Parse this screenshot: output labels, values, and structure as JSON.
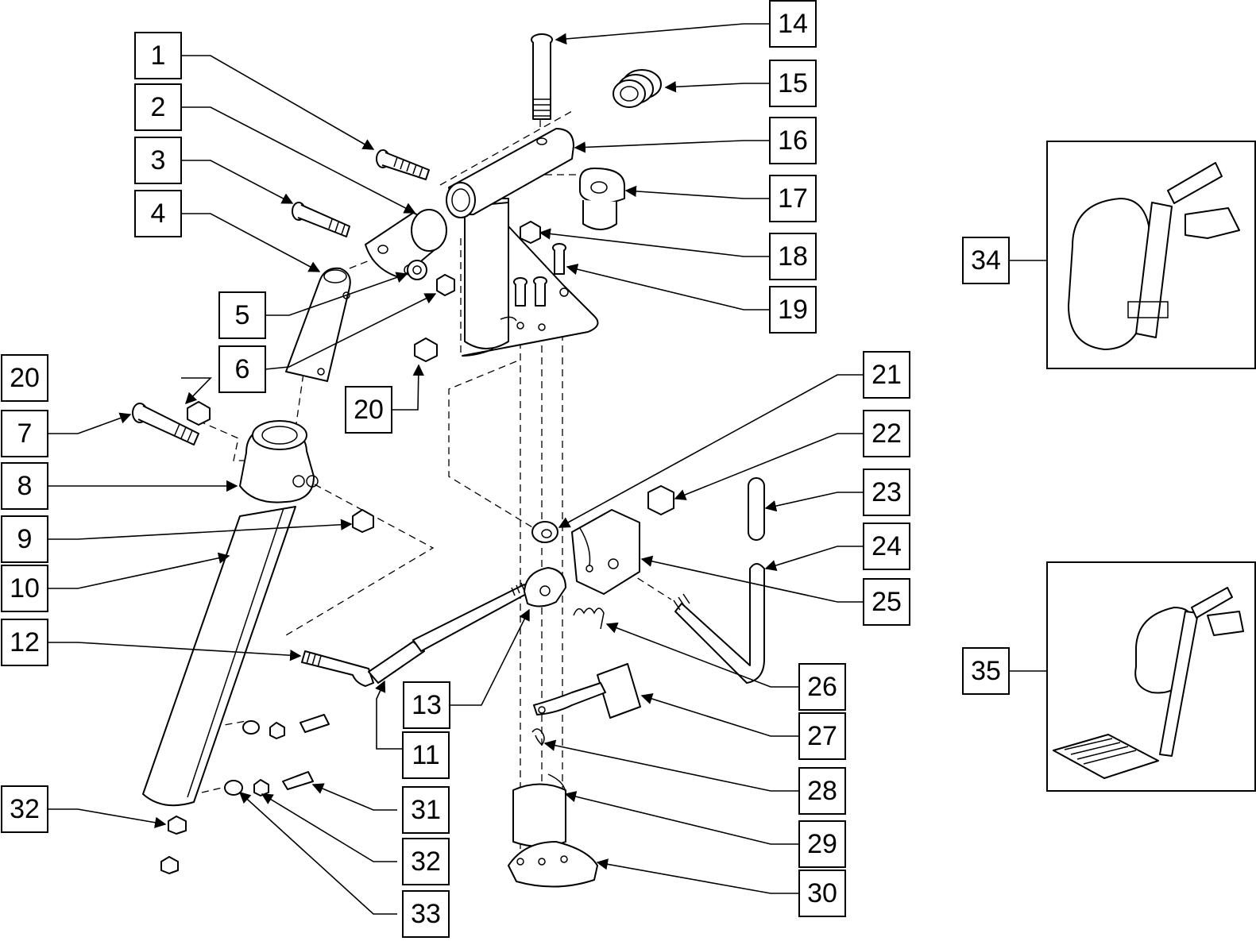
{
  "colors": {
    "line": "#000000",
    "background": "#ffffff"
  },
  "callouts": [
    {
      "id": "c1",
      "label": "1"
    },
    {
      "id": "c2",
      "label": "2"
    },
    {
      "id": "c3",
      "label": "3"
    },
    {
      "id": "c4",
      "label": "4"
    },
    {
      "id": "c5",
      "label": "5"
    },
    {
      "id": "c6",
      "label": "6"
    },
    {
      "id": "c7",
      "label": "7"
    },
    {
      "id": "c8",
      "label": "8"
    },
    {
      "id": "c9",
      "label": "9"
    },
    {
      "id": "c10",
      "label": "10"
    },
    {
      "id": "c11",
      "label": "11"
    },
    {
      "id": "c12",
      "label": "12"
    },
    {
      "id": "c13",
      "label": "13"
    },
    {
      "id": "c14",
      "label": "14"
    },
    {
      "id": "c15",
      "label": "15"
    },
    {
      "id": "c16",
      "label": "16"
    },
    {
      "id": "c17",
      "label": "17"
    },
    {
      "id": "c18",
      "label": "18"
    },
    {
      "id": "c19",
      "label": "19"
    },
    {
      "id": "c20a",
      "label": "20"
    },
    {
      "id": "c20b",
      "label": "20"
    },
    {
      "id": "c21",
      "label": "21"
    },
    {
      "id": "c22",
      "label": "22"
    },
    {
      "id": "c23",
      "label": "23"
    },
    {
      "id": "c24",
      "label": "24"
    },
    {
      "id": "c25",
      "label": "25"
    },
    {
      "id": "c26",
      "label": "26"
    },
    {
      "id": "c27",
      "label": "27"
    },
    {
      "id": "c28",
      "label": "28"
    },
    {
      "id": "c29",
      "label": "29"
    },
    {
      "id": "c30",
      "label": "30"
    },
    {
      "id": "c31",
      "label": "31"
    },
    {
      "id": "c32a",
      "label": "32"
    },
    {
      "id": "c32b",
      "label": "32"
    },
    {
      "id": "c33",
      "label": "33"
    },
    {
      "id": "c34",
      "label": "34"
    },
    {
      "id": "c35",
      "label": "35"
    }
  ]
}
